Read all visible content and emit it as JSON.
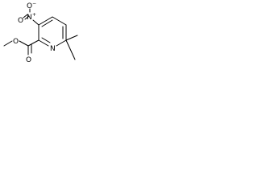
{
  "molecule": {
    "atoms": {
      "nitro_nitrogen": "N",
      "nitro_nitrogen_charge": "+",
      "nitro_oxygen_top": "O",
      "nitro_oxygen_top_charge": "−",
      "nitro_oxygen_side": "O",
      "ring_nitrogen": "N",
      "carbonyl_oxygen": "O",
      "ester_oxygen": "O"
    }
  }
}
